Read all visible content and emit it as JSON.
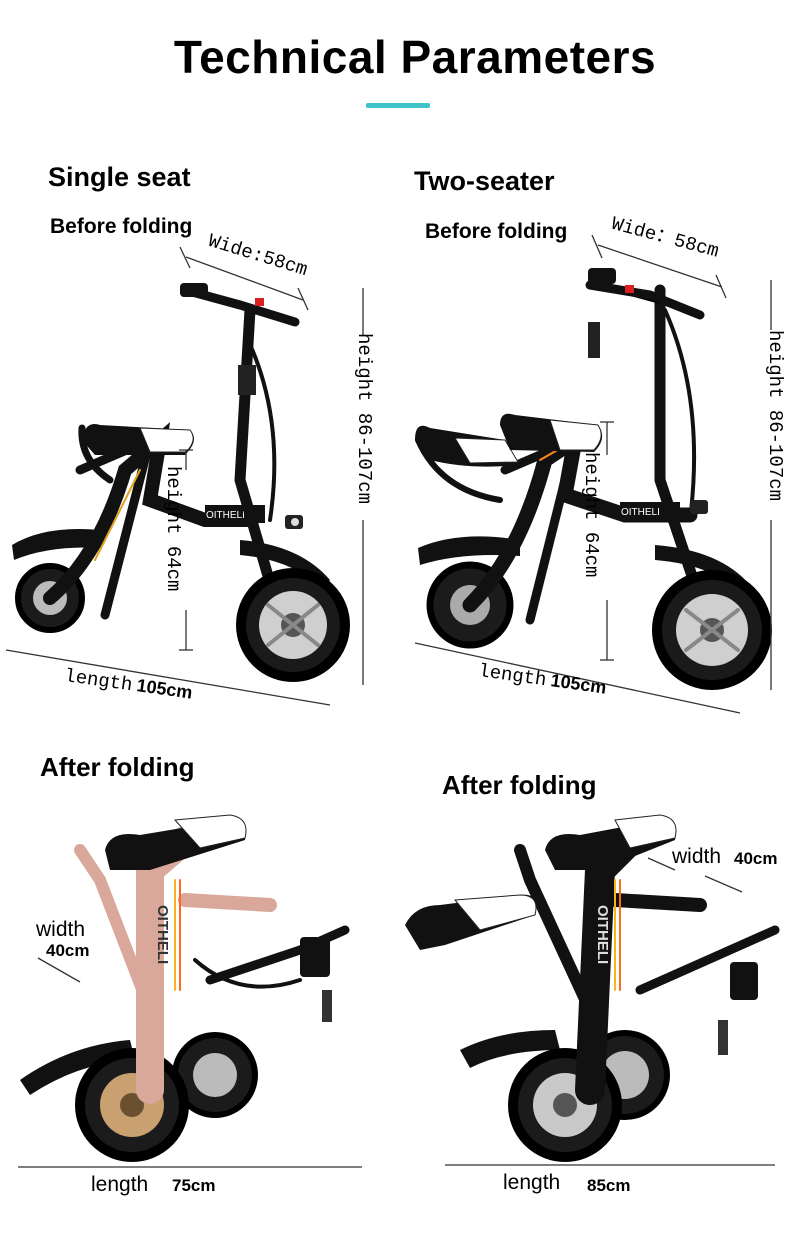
{
  "title": "Technical Parameters",
  "accent_color": "#40c4c8",
  "sections": {
    "single": {
      "heading": "Single seat",
      "sub": "Before folding",
      "wide": "Wide:58cm",
      "height_total": "height 86-107cm",
      "height_seat": "height 64cm",
      "length_word": "length",
      "length_val": "105cm",
      "brand": "OITHELI"
    },
    "two": {
      "heading": "Two-seater",
      "sub": "Before folding",
      "wide": "Wide：58cm",
      "height_total": "height 86-107cm",
      "height_seat": "height 64cm",
      "length_word": "length",
      "length_val": "105cm",
      "brand": "OITHELI"
    },
    "fold_single": {
      "heading": "After folding",
      "width_word": "width",
      "width_val": "40cm",
      "length_word": "length",
      "length_val": "75cm",
      "brand": "OITHELI"
    },
    "fold_two": {
      "heading": "After folding",
      "width_word": "width",
      "width_val": "40cm",
      "length_word": "length",
      "length_val": "85cm",
      "brand": "OITHELI"
    }
  }
}
